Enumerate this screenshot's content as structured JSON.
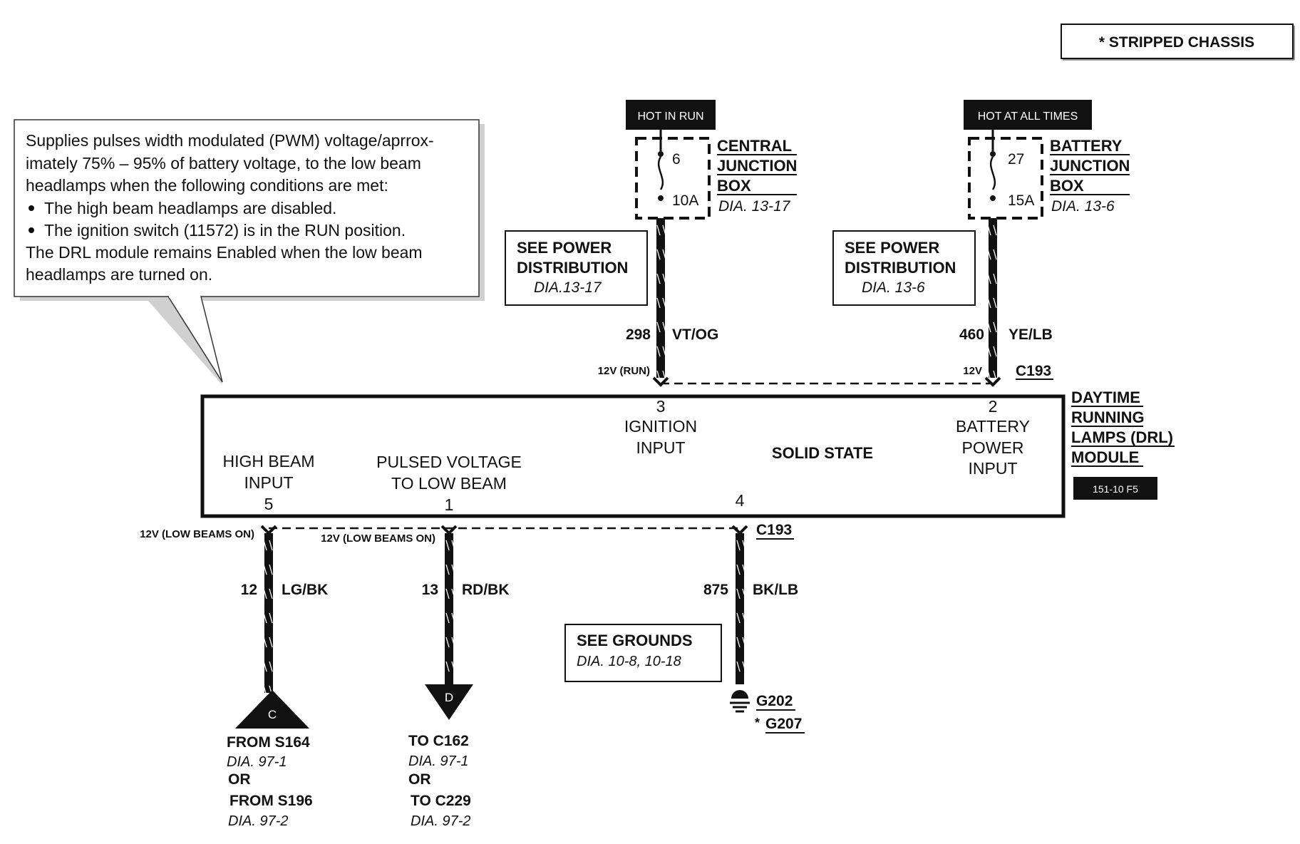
{
  "header": {
    "stripped_chassis": "* STRIPPED CHASSIS"
  },
  "callout": {
    "lines": [
      "Supplies pulses width modulated (PWM) voltage/aprrox-",
      "imately 75% – 95% of battery voltage, to the low beam",
      "headlamps when the following conditions are met:",
      "The high beam headlamps are disabled.",
      "The ignition switch (11572) is in the RUN position.",
      "The DRL module remains Enabled when the low beam",
      "headlamps are turned on."
    ]
  },
  "power_left": {
    "hot_label": "HOT IN RUN",
    "fuse_number": "6",
    "fuse_rating": "10A",
    "box_line1": "CENTRAL",
    "box_line2": "JUNCTION",
    "box_line3": "BOX",
    "box_ref": "DIA. 13-17",
    "see_line1": "SEE POWER",
    "see_line2": "DISTRIBUTION",
    "see_ref": "DIA.13-17",
    "circuit": "298",
    "wire_color": "VT/OG",
    "voltage": "12V (RUN)"
  },
  "power_right": {
    "hot_label": "HOT AT ALL TIMES",
    "fuse_number": "27",
    "fuse_rating": "15A",
    "box_line1": "BATTERY",
    "box_line2": "JUNCTION",
    "box_line3": "BOX",
    "box_ref": "DIA. 13-6",
    "see_line1": "SEE POWER",
    "see_line2": "DISTRIBUTION",
    "see_ref": "DIA. 13-6",
    "circuit": "460",
    "wire_color": "YE/LB",
    "voltage": "12V",
    "connector": "C193"
  },
  "module": {
    "name_line1": "DAYTIME",
    "name_line2": "RUNNING",
    "name_line3": "LAMPS (DRL)",
    "name_line4": "MODULE",
    "badge": "151-10 F5",
    "solid_state": "SOLID STATE",
    "pin3": {
      "number": "3",
      "line1": "IGNITION",
      "line2": "INPUT"
    },
    "pin2": {
      "number": "2",
      "line1": "BATTERY",
      "line2": "POWER",
      "line3": "INPUT"
    },
    "pin5": {
      "number": "5",
      "line1": "HIGH BEAM",
      "line2": "INPUT"
    },
    "pin1": {
      "number": "1",
      "line1": "PULSED VOLTAGE",
      "line2": "TO LOW BEAM"
    },
    "pin4": {
      "number": "4"
    }
  },
  "bottom": {
    "connector": "C193",
    "wire_c": {
      "voltage": "12V (LOW BEAMS ON)",
      "circuit": "12",
      "wire_color": "LG/BK",
      "arrow_letter": "C",
      "dest1": "FROM S164",
      "dest1_ref": "DIA. 97-1",
      "or": "OR",
      "dest2": "FROM S196",
      "dest2_ref": "DIA. 97-2"
    },
    "wire_d": {
      "voltage": "12V (LOW BEAMS ON)",
      "circuit": "13",
      "wire_color": "RD/BK",
      "arrow_letter": "D",
      "dest1": "TO C162",
      "dest1_ref": "DIA. 97-1",
      "or": "OR",
      "dest2": "TO C229",
      "dest2_ref": "DIA. 97-2"
    },
    "ground": {
      "circuit": "875",
      "wire_color": "BK/LB",
      "see_line1": "SEE GROUNDS",
      "see_ref": "DIA. 10-8, 10-18",
      "g1": "G202",
      "g2_prefix": "*",
      "g2": "G207"
    }
  }
}
